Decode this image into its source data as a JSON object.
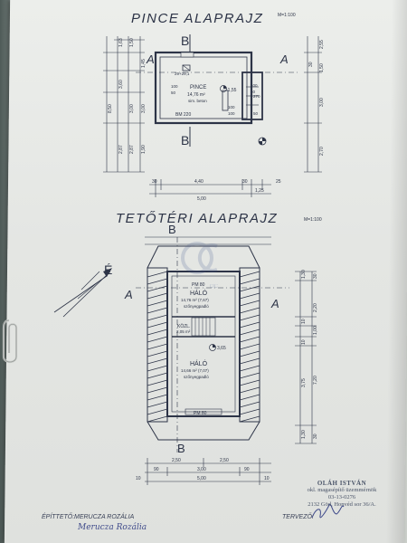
{
  "sheet": {
    "title_basement": "PINCE ALAPRAJZ",
    "scale_basement": "M=1:100",
    "title_attic": "TETŐTÉRI ALAPRAJZ",
    "scale_attic": "M=1:100"
  },
  "basement": {
    "section_top": "B",
    "section_bottom": "B",
    "section_left": "A",
    "section_right": "A",
    "room_name": "PINCE",
    "room_area": "14,76 m²",
    "room_floor": "sim. beton",
    "room_code": "29+29,1",
    "window_label": "BM 220",
    "level_mark": "-1,55",
    "left_dims": [
      "1,63",
      "1,50",
      "3,60",
      "2,87",
      "2,87",
      "3,00",
      "3,00",
      "1,45",
      "1,90",
      "8,50"
    ],
    "right_dims": [
      "2,55",
      "30",
      "1,50",
      "3,00",
      "2,70"
    ],
    "bottom_dims": [
      "30",
      "4,40",
      "30",
      "1,25",
      "25",
      "5,00"
    ],
    "inner_labels": [
      "100",
      "50",
      "100",
      "50",
      "100",
      "270",
      "100",
      "50"
    ]
  },
  "attic": {
    "section_top": "B",
    "section_bottom": "B",
    "section_left": "A",
    "section_right": "A",
    "north_label": "É",
    "room1_name": "PM 80",
    "room1_title": "HÁLÓ",
    "room1_area": "14,76 m² (7,67)",
    "room1_floor": "szőnyegpadló",
    "room2_title": "KÖZL.",
    "room2_area": "2,05 m²",
    "room3_label": "3,65",
    "room3_title": "HÁLÓ",
    "room3_area": "14,66 m² (7,07)",
    "room3_floor": "szőnyegpadló",
    "bottom_room": "PM 80",
    "right_dims": [
      "30",
      "1,30",
      "2,20",
      "10",
      "1,00",
      "10",
      "7,20",
      "3,75",
      "1,30",
      "30"
    ],
    "bottom_dims": [
      "2,50",
      "2,50",
      "90",
      "3,00",
      "90",
      "5,00",
      "10",
      "10"
    ]
  },
  "footer": {
    "builder_label": "ÉPÍTTETŐ:",
    "builder_name": "MERUCZA ROZÁLIA",
    "builder_signature": "Merucza Rozália",
    "designer_label": "TERVEZŐ:"
  },
  "stamp": {
    "name": "OLÁH ISTVÁN",
    "line1": "okl. magasépítő üzemmérnök",
    "line2": "03-13-0276",
    "line3": "2132 Göd, Honvéd sor 36/A."
  },
  "watermark": {
    "brand": "OC"
  },
  "colors": {
    "ink": "#2d3447",
    "paper": "#e6e8e5",
    "background": "#6f7a78",
    "signature_ink": "#3f4a8a"
  }
}
